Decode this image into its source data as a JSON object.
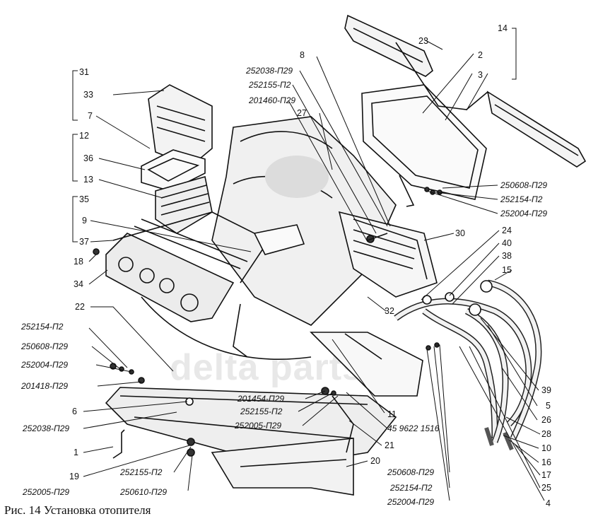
{
  "caption": "Рис. 14  Установка отопителя",
  "watermark": "delta parts",
  "callouts": {
    "c1": "1",
    "c2": "2",
    "c3": "3",
    "c4": "4",
    "c5": "5",
    "c6": "6",
    "c7": "7",
    "c8": "8",
    "c9": "9",
    "c10": "10",
    "c11": "11",
    "c12": "12",
    "c13": "13",
    "c14": "14",
    "c15": "15",
    "c16": "16",
    "c17": "17",
    "c18": "18",
    "c19": "19",
    "c20": "20",
    "c21": "21",
    "c22": "22",
    "c23": "23",
    "c24": "24",
    "c25": "25",
    "c26": "26",
    "c27": "27",
    "c28": "28",
    "c30": "30",
    "c31": "31",
    "c32": "32",
    "c33": "33",
    "c34": "34",
    "c35": "35",
    "c36": "36",
    "c37": "37",
    "c38": "38",
    "c39": "39",
    "c40": "40",
    "p252038_top": "252038-П29",
    "p252155_top": "252155-П2",
    "p201460": "201460-П29",
    "p250608_right": "250608-П29",
    "p252154_right": "252154-П2",
    "p252004_right": "252004-П29",
    "p252154_left": "252154-П2",
    "p250608_left": "250608-П29",
    "p252004_left": "252004-П29",
    "p201418": "201418-П29",
    "p252038_left": "252038-П29",
    "p201454": "201454-П29",
    "p252155_mid": "252155-П2",
    "p252005_mid": "252005-П29",
    "p4596221516": "45 9622 1516",
    "p252155_bot": "252155-П2",
    "p252005_bot": "252005-П29",
    "p250610": "250610-П29",
    "p250608_bot": "250608-П29",
    "p252154_bot": "252154-П2",
    "p252004_bot": "252004-П29"
  }
}
